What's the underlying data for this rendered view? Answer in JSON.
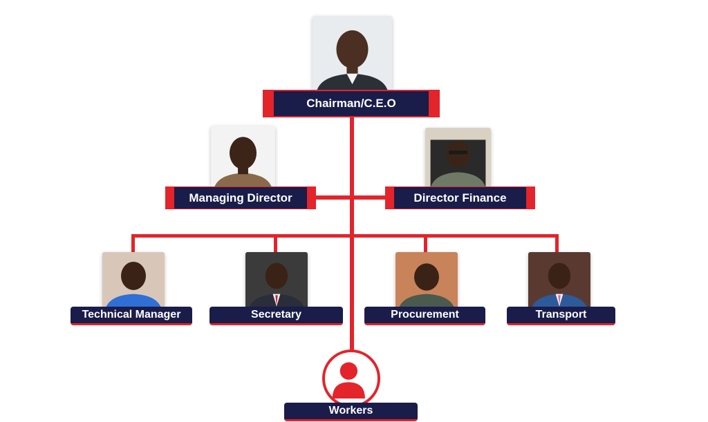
{
  "chart": {
    "ceo": {
      "title": "Chairman/C.E.O"
    },
    "directors": [
      {
        "title": "Managing Director"
      },
      {
        "title": "Director Finance"
      }
    ],
    "managers": [
      {
        "title": "Technical Manager"
      },
      {
        "title": "Secretary"
      },
      {
        "title": "Procurement"
      },
      {
        "title": "Transport"
      }
    ],
    "workers": {
      "title": "Workers",
      "icon": "person-icon"
    }
  },
  "colors": {
    "accent": "#e3242b",
    "label_bg": "#1a1c4a",
    "label_text": "#ffffff"
  }
}
